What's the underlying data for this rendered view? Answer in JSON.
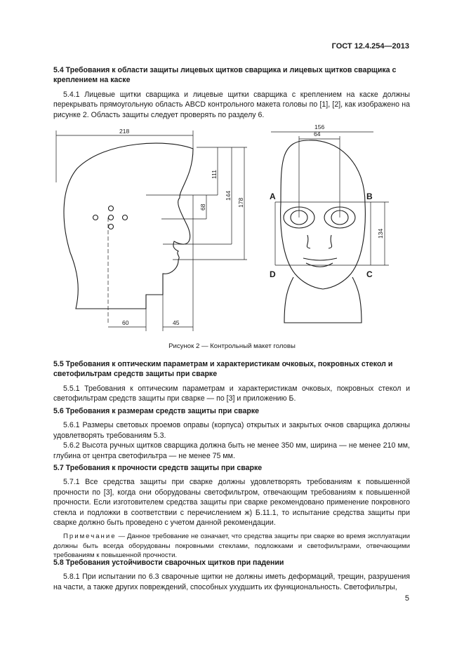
{
  "header": {
    "doc_id": "ГОСТ 12.4.254—2013"
  },
  "sections": {
    "s54": {
      "heading": "5.4 Требования к области защиты лицевых щитков сварщика и лицевых щитков сварщика с креплением на каске",
      "p1": "5.4.1 Лицевые щитки сварщика и лицевые щитки сварщика с креплением на каске должны перекрывать прямоугольную область ABCD контрольного макета головы по [1], [2], как изображено на рисунке 2. Область защиты следует проверять по разделу 6."
    },
    "figure": {
      "caption": "Рисунок 2 — Контрольный макет головы",
      "dims_side": {
        "width": "218",
        "d111": "111",
        "d144": "144",
        "d178": "178",
        "d68": "68",
        "d60": "60",
        "d45": "45"
      },
      "dims_front": {
        "width": "156",
        "eyes": "64",
        "height": "134"
      },
      "corner_labels": {
        "a": "A",
        "b": "B",
        "c": "C",
        "d": "D"
      }
    },
    "s55": {
      "heading": "5.5 Требования к оптическим параметрам и характеристикам очковых, покровных стекол и светофильтрам средств защиты при сварке",
      "p1": "5.5.1 Требования к оптическим параметрам и характеристикам очковых, покровных стекол и светофильтрам средств защиты при сварке — по [3] и приложению Б."
    },
    "s56": {
      "heading": "5.6 Требования к размерам средств защиты при сварке",
      "p1": "5.6.1 Размеры световых проемов оправы (корпуса) открытых и закрытых очков сварщика должны удовлетворять требованиям 5.3.",
      "p2": "5.6.2 Высота ручных щитков сварщика должна быть не менее 350 мм, ширина — не менее 210 мм, глубина от центра светофильтра — не менее 75 мм."
    },
    "s57": {
      "heading": "5.7 Требования к прочности средств защиты при сварке",
      "p1": "5.7.1 Все средства защиты при сварке должны удовлетворять требованиям к повышенной прочности по [3], когда они оборудованы светофильтром, отвечающим требованиям к повышенной прочности. Если изготовителем средства защиты при сварке рекомендовано применение покровного стекла и подложки в соответствии с перечислением ж) Б.11.1, то испытание средства защиты при сварке должно быть проведено с учетом данной рекомендации.",
      "note_label": "Примечание",
      "note_text": "— Данное требование не означает, что средства защиты при сварке во время эксплуатации должны быть всегда оборудованы покровными стеклами, подложками и светофильтрами, отвечающими требованиям к повышенной прочности."
    },
    "s58": {
      "heading": "5.8 Требования устойчивости сварочных щитков при падении",
      "p1": "5.8.1 При испытании по 6.3 сварочные щитки не должны иметь деформаций, трещин, разрушения на части, а также других повреждений, способных ухудшить их функциональность. Светофильтры,"
    }
  },
  "page_number": "5"
}
